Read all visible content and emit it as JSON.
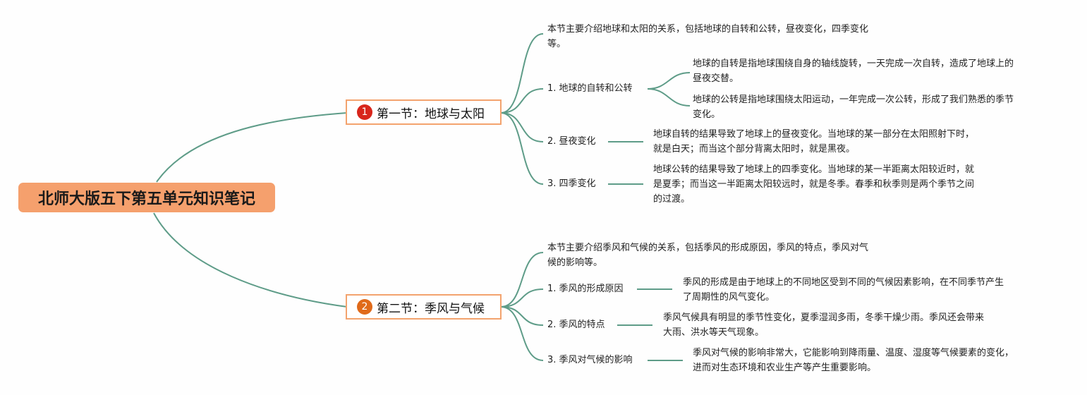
{
  "root": {
    "title": "北师大版五下第五单元知识笔记"
  },
  "sections": [
    {
      "badge": "1",
      "title": "第一节：地球与太阳",
      "intro": [
        "本节主要介绍地球和太阳的关系，包括地球的自转和公转，昼夜变化，四季变化",
        "等。"
      ],
      "topics": [
        {
          "label": "1. 地球的自转和公转",
          "details": [
            [
              "地球的自转是指地球围绕自身的轴线旋转，一天完成一次自转，造成了地球上的",
              "昼夜交替。"
            ],
            [
              "地球的公转是指地球围绕太阳运动，一年完成一次公转，形成了我们熟悉的季节",
              "变化。"
            ]
          ]
        },
        {
          "label": "2. 昼夜变化",
          "details": [
            [
              "地球自转的结果导致了地球上的昼夜变化。当地球的某一部分在太阳照射下时，",
              "就是白天；而当这个部分背离太阳时，就是黑夜。"
            ]
          ]
        },
        {
          "label": "3. 四季变化",
          "details": [
            [
              "地球公转的结果导致了地球上的四季变化。当地球的某一半距离太阳较近时，就",
              "是夏季；而当这一半距离太阳较远时，就是冬季。春季和秋季则是两个季节之间",
              "的过渡。"
            ]
          ]
        }
      ]
    },
    {
      "badge": "2",
      "title": "第二节：季风与气候",
      "intro": [
        "本节主要介绍季风和气候的关系，包括季风的形成原因，季风的特点，季风对气",
        "候的影响等。"
      ],
      "topics": [
        {
          "label": "1. 季风的形成原因",
          "details": [
            [
              "季风的形成是由于地球上的不同地区受到不同的气候因素影响，在不同季节产生",
              "了周期性的风气变化。"
            ]
          ]
        },
        {
          "label": "2. 季风的特点",
          "details": [
            [
              "季风气候具有明显的季节性变化，夏季湿润多雨，冬季干燥少雨。季风还会带来",
              "大雨、洪水等天气现象。"
            ]
          ]
        },
        {
          "label": "3. 季风对气候的影响",
          "details": [
            [
              "季风对气候的影响非常大，它能影响到降雨量、温度、湿度等气候要素的变化，",
              "进而对生态环境和农业生产等产生重要影响。"
            ]
          ]
        }
      ]
    }
  ],
  "colors": {
    "root_fill": "#f5a06d",
    "section_border": "#f3a36e",
    "connector": "#5e9c88",
    "badge_1": "#d8261c",
    "badge_2": "#e06a1a"
  }
}
